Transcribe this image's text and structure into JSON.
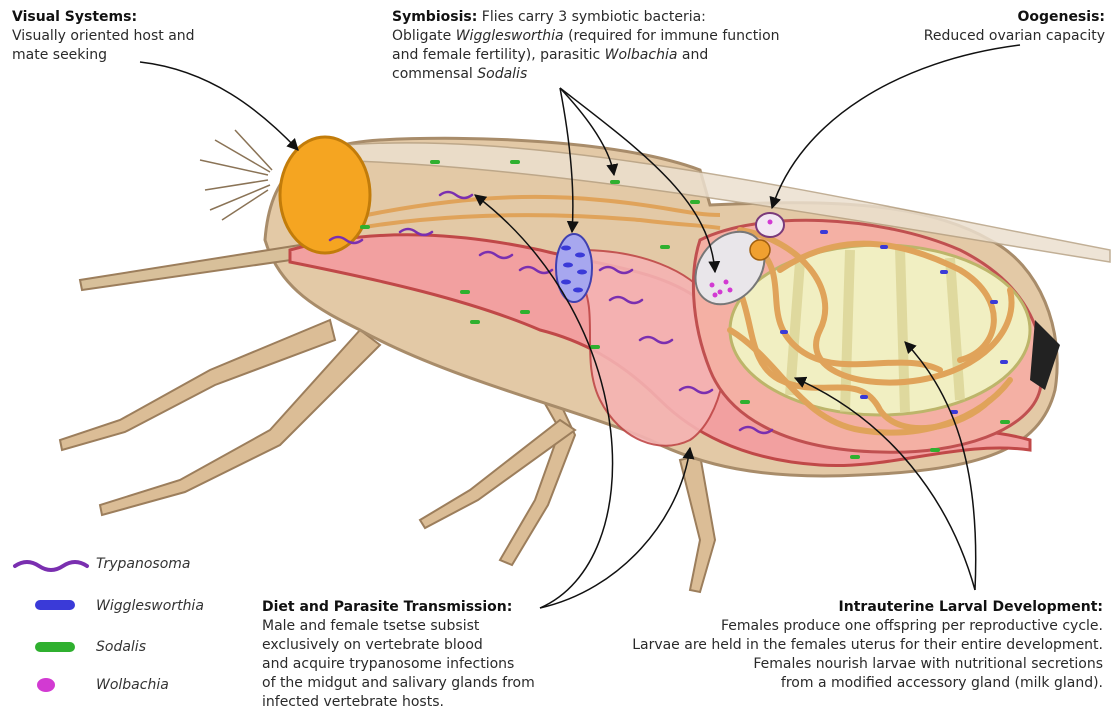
{
  "visual": {
    "title": "Visual Systems:",
    "line1": "Visually oriented host and",
    "line2": "mate seeking"
  },
  "symbiosis": {
    "title": "Symbiosis:",
    "intro": " Flies carry 3 symbiotic bacteria:",
    "l2a": "Obligate ",
    "l2b": "Wigglesworthia",
    "l2c": " (required for immune function",
    "l3a": "and female fertility), parasitic ",
    "l3b": "Wolbachia",
    "l3c": " and",
    "l4a": "commensal ",
    "l4b": "Sodalis"
  },
  "oogenesis": {
    "title": "Oogenesis:",
    "line1": "Reduced ovarian capacity"
  },
  "diet": {
    "title": "Diet and Parasite Transmission:",
    "lines": [
      "Male and female tsetse subsist",
      "exclusively on vertebrate blood",
      "and acquire trypanosome infections",
      "of the midgut and salivary glands from",
      "infected vertebrate hosts."
    ]
  },
  "larval": {
    "title": "Intrauterine Larval Development:",
    "lines": [
      "Females produce one offspring per reproductive cycle.",
      "Larvae are held in the females uterus for their entire development.",
      "Females nourish larvae with nutritional secretions",
      "from a modified accessory gland (milk gland)."
    ]
  },
  "legend": [
    {
      "label": "Trypanosoma",
      "color": "#7a2fb0"
    },
    {
      "label": "Wigglesworthia",
      "color": "#3a3ad8"
    },
    {
      "label": "Sodalis",
      "color": "#2fb02f"
    },
    {
      "label": "Wolbachia",
      "color": "#d23ad2"
    }
  ],
  "colors": {
    "body": "#e3c9a6",
    "body_outline": "#a88c6a",
    "gut": "#f2a0a0",
    "gut_outline": "#c04848",
    "eye": "#f5a521",
    "tubule": "#e0a35a",
    "larva": "#f1efc2"
  }
}
